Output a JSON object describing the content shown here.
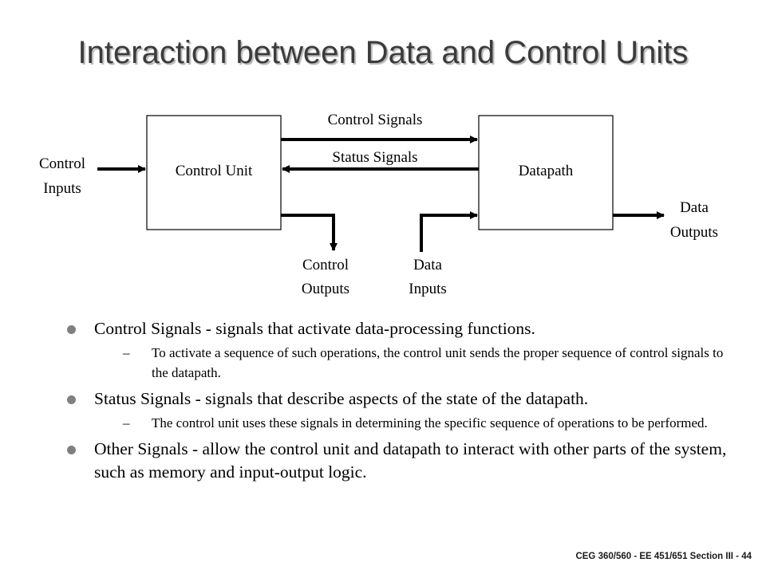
{
  "title": "Interaction between Data and Control Units",
  "diagram": {
    "control_unit_label": "Control Unit",
    "datapath_label": "Datapath",
    "control_signals_label": "Control Signals",
    "status_signals_label": "Status Signals",
    "control_inputs_label": [
      "Control",
      "Inputs"
    ],
    "control_outputs_label": [
      "Control",
      "Outputs"
    ],
    "data_inputs_label": [
      "Data",
      "Inputs"
    ],
    "data_outputs_label": [
      "Data",
      "Outputs"
    ]
  },
  "bullets": [
    {
      "text": "Control Signals - signals that activate data-processing functions.",
      "sub": "To activate a sequence of such operations, the control unit sends the proper sequence of control signals to the datapath."
    },
    {
      "text": "Status Signals - signals that describe aspects of the state of the datapath.",
      "sub": "The control unit uses these signals in determining the specific sequence of operations to be performed."
    },
    {
      "text": "Other Signals - allow the control unit and datapath to interact with other parts of the system, such as memory and input-output logic.",
      "sub": null
    }
  ],
  "sub_marker": "–",
  "footer": "CEG 360/560 - EE 451/651  Section III - 44"
}
